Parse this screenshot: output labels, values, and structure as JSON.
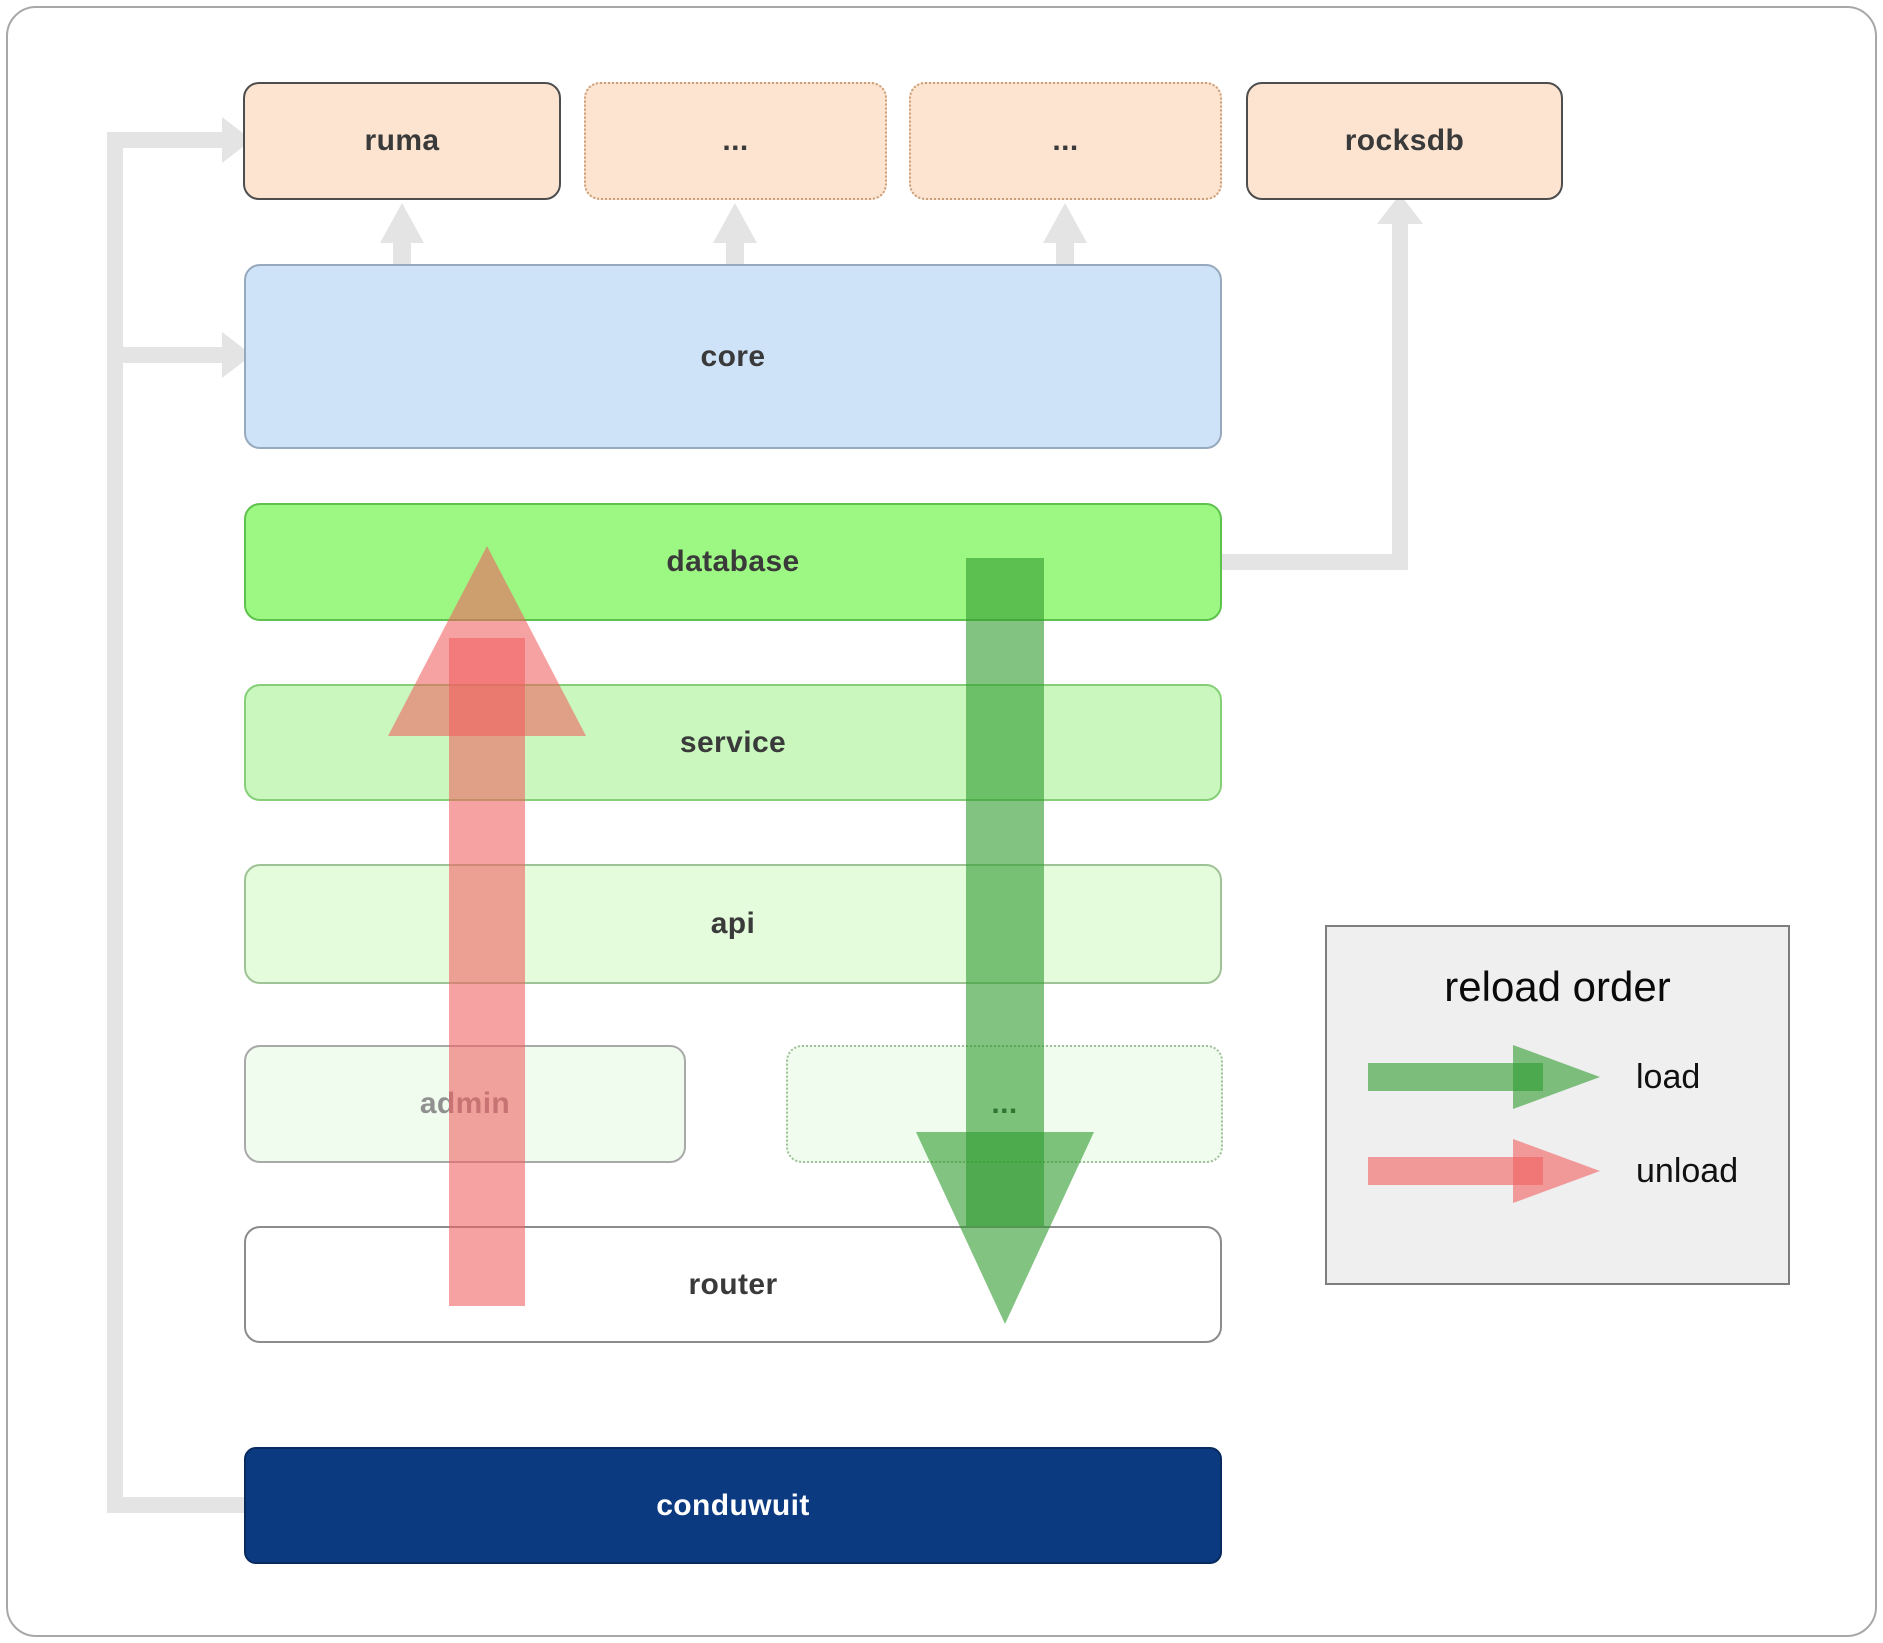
{
  "boxes": {
    "ruma": "ruma",
    "dep_ellipsis_1": "...",
    "dep_ellipsis_2": "...",
    "rocksdb": "rocksdb",
    "core": "core",
    "database": "database",
    "service": "service",
    "api": "api",
    "admin": "admin",
    "service_ellipsis": "...",
    "router": "router",
    "conduwuit": "conduwuit"
  },
  "legend": {
    "title": "reload order",
    "load_label": "load",
    "unload_label": "unload"
  },
  "colors": {
    "peach": "#fce4d1",
    "core_blue": "#cfe3f8",
    "database_green": "#9df883",
    "service_green": "#c9f7be",
    "api_green": "#e4fbdc",
    "faint_green": "#f0fdee",
    "navy": "#0b3a80",
    "arrow_load": "#2e9b2e",
    "arrow_unload": "#f15f5f",
    "connector_gray": "#e4e4e4"
  }
}
